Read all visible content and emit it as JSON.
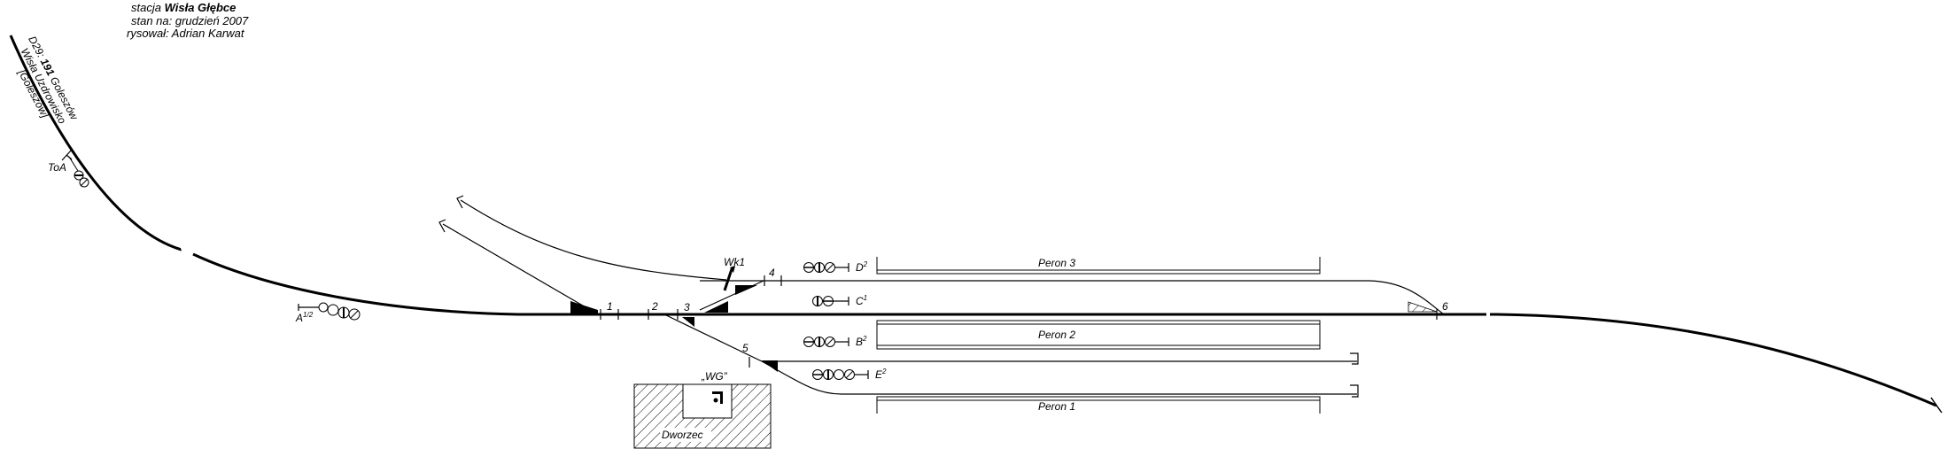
{
  "header": {
    "line1_prefix": "stacja ",
    "line1_name": "Wisła Głębce",
    "line2": "stan na: grudzień 2007",
    "line3": "rysował: Adrian Karwat"
  },
  "line_label": {
    "prefix": "D29: ",
    "number": "191",
    "direction": " Goleszów",
    "next_station": "Wisła Uzdrowisko",
    "bracket": "[Goleszów]"
  },
  "signals": {
    "toa": "ToA",
    "a": {
      "letter": "A",
      "sup": "1/2"
    },
    "b": {
      "letter": "B",
      "sup": "2"
    },
    "c": {
      "letter": "C",
      "sup": "1"
    },
    "d": {
      "letter": "D",
      "sup": "2"
    },
    "e": {
      "letter": "E",
      "sup": "2"
    }
  },
  "switches": [
    "1",
    "2",
    "3",
    "4",
    "5",
    "6"
  ],
  "derailer": "Wk1",
  "platforms": [
    "Peron 3",
    "Peron 2",
    "Peron 1"
  ],
  "signal_box": "„WG”",
  "station_building": "Dworzec"
}
